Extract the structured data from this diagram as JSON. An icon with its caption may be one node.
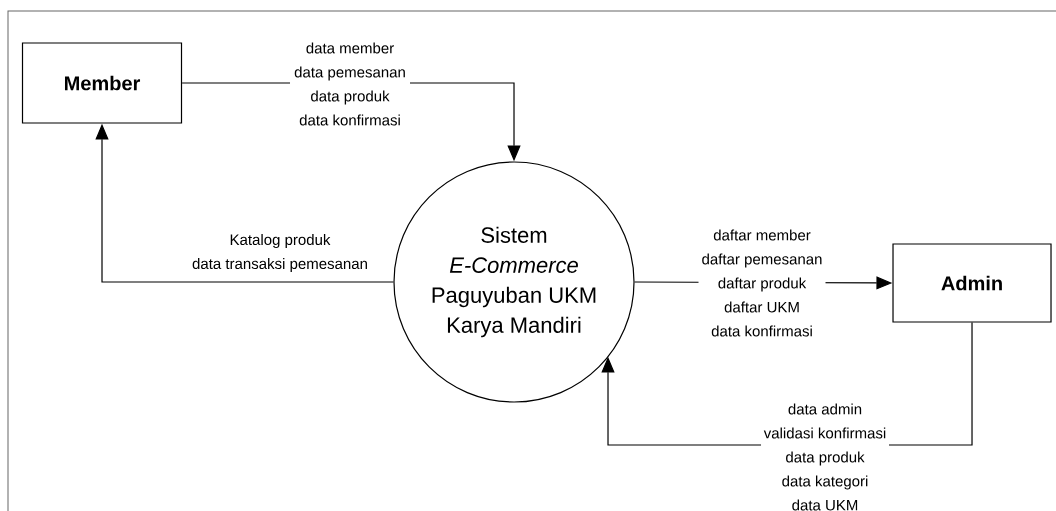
{
  "diagram": {
    "nodes": [
      {
        "text": [
          "Member"
        ]
      },
      {
        "text": [
          "Sistem *E-Commerce* Paguyuban UKM Karya Mandiri"
        ]
      },
      {
        "text": [
          "Admin"
        ]
      }
    ],
    "edges": [
      {
        "from": 0,
        "to": 1,
        "arrow": "to",
        "label": "data member data pemesanan data produk data konfirmasi"
      },
      {
        "from": 1,
        "to": 0,
        "arrow": "to",
        "label": "Katalog produk data transaksi pemesanan"
      },
      {
        "from": 1,
        "to": 2,
        "arrow": "to",
        "label": "daftar member daftar pemesanan daftar produk daftar UKM data konfirmasi"
      },
      {
        "from": 2,
        "to": 1,
        "arrow": "to",
        "label": "data admin validasi konfirmasi data produk data kategori data UKM"
      }
    ]
  }
}
